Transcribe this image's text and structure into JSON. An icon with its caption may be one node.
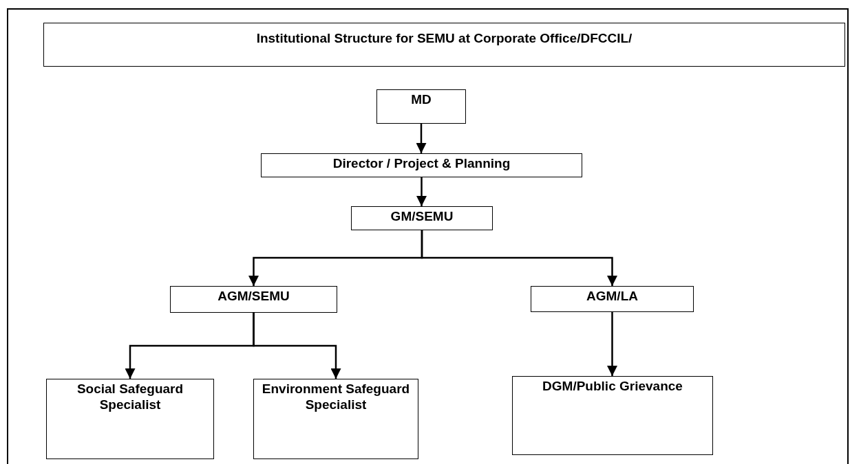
{
  "diagram": {
    "title": "Institutional Structure for SEMU at Corporate Office/DFCCIL/",
    "nodes": [
      {
        "text": [
          "MD"
        ]
      },
      {
        "text": [
          "Director / Project & Planning"
        ]
      },
      {
        "text": [
          "GM/SEMU"
        ]
      },
      {
        "text": [
          "AGM/SEMU"
        ]
      },
      {
        "text": [
          "AGM/LA"
        ]
      },
      {
        "text": [
          "Social Safeguard Specialist"
        ]
      },
      {
        "text": [
          "Environment Safeguard Specialist"
        ]
      },
      {
        "text": [
          "DGM/Public Grievance"
        ]
      }
    ],
    "edges": [
      {
        "from": 0,
        "to": 1,
        "arrow": "to"
      },
      {
        "from": 1,
        "to": 2,
        "arrow": "to"
      },
      {
        "from": 2,
        "to": 3,
        "arrow": "to"
      },
      {
        "from": 2,
        "to": 4,
        "arrow": "to"
      },
      {
        "from": 3,
        "to": 5,
        "arrow": "to"
      },
      {
        "from": 3,
        "to": 6,
        "arrow": "to"
      },
      {
        "from": 4,
        "to": 7,
        "arrow": "to"
      }
    ]
  }
}
